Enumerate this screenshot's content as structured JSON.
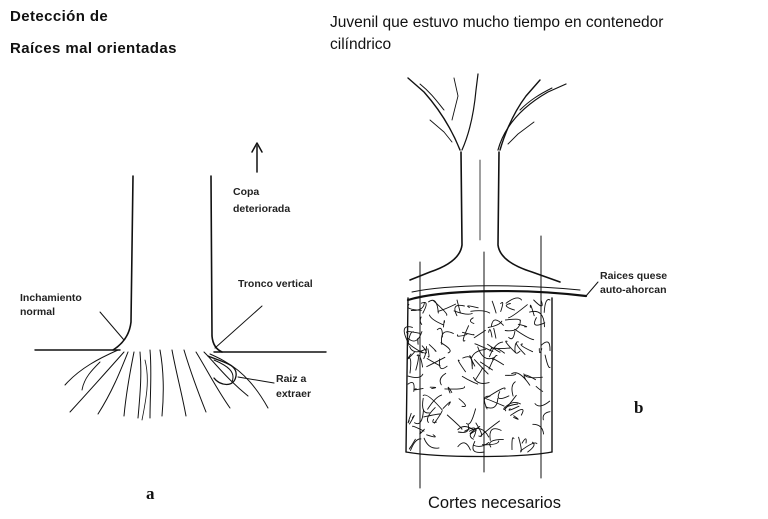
{
  "left": {
    "title_line1": "Detección de",
    "title_line2": "Raíces mal orientadas",
    "labels": {
      "crown_line1": "Copa",
      "crown_line2": "deteriorada",
      "trunk": "Tronco vertical",
      "swelling_line1": "Inchamiento",
      "swelling_line2": "normal",
      "root_line1": "Raiz a",
      "root_line2": "extraer"
    },
    "panel_letter": "a"
  },
  "right": {
    "title_line1": "Juvenil que estuvo mucho tiempo en contenedor",
    "title_line2": "cilíndrico",
    "labels": {
      "roots_line1": "Raices quese",
      "roots_line2": "auto-ahorcan"
    },
    "panel_letter": "b",
    "caption": "Cortes necesarios"
  }
}
